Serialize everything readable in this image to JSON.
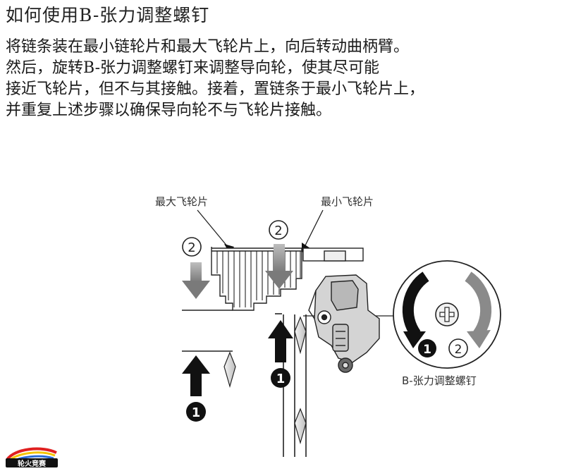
{
  "title": "如何使用B-张力调整螺钉",
  "instructions": [
    "将链条装在最小链轮片和最大飞轮片上，向后转动曲柄臂。",
    "然后，旋转B-张力调整螺钉来调整导向轮，使其尽可能",
    "接近飞轮片，但不与其接触。接着，置链条于最小飞轮片上，",
    "并重复上述步骤以确保导向轮不与飞轮片接触。"
  ],
  "diagram": {
    "label_largest_cog": "最大飞轮片",
    "label_smallest_cog": "最小飞轮片",
    "label_screw": "B-张力调整螺钉",
    "step_1": "1",
    "step_2": "2"
  },
  "watermark": {
    "text": "轮火竞赛"
  },
  "colors": {
    "dark_arrow": "#111111",
    "grey_arrow": "#8a8a8a",
    "line": "#222222"
  }
}
